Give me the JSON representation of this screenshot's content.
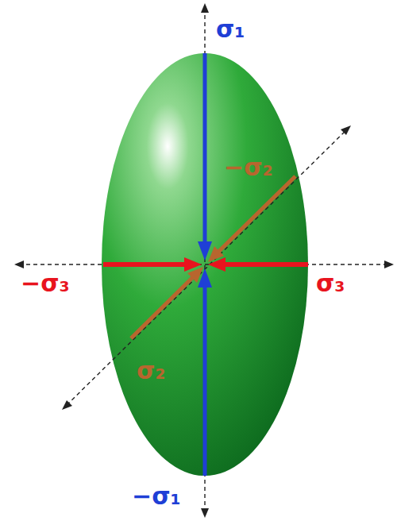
{
  "diagram": {
    "labels": [
      "σ₁",
      "−σ₁",
      "−σ₂",
      "σ₂",
      "−σ₃",
      "σ₃"
    ]
  }
}
